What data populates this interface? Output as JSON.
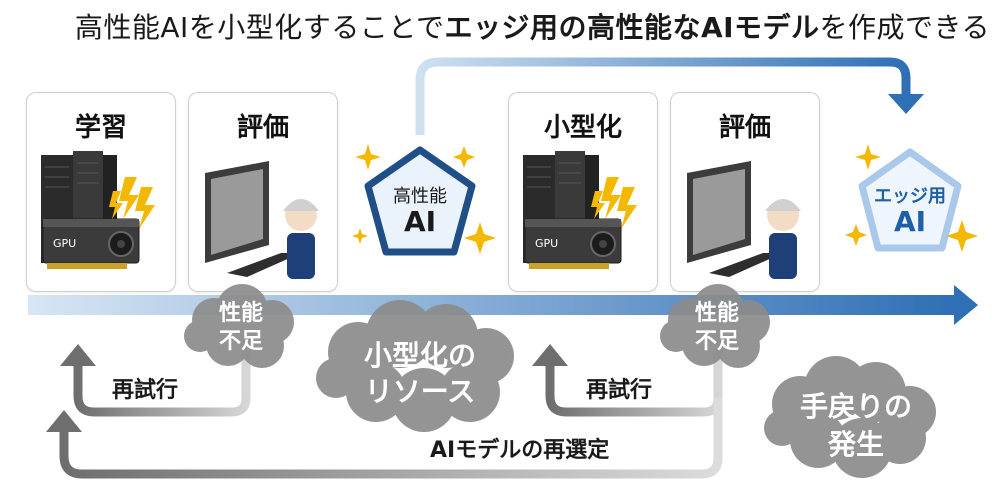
{
  "headline": {
    "part1": "高性能AIを小型化することで",
    "part2": "エッジ用の高性能なAIモデル",
    "part3": "を作成できる"
  },
  "steps": {
    "train": "学習",
    "eval1": "評価",
    "compress": "小型化",
    "eval2": "評価"
  },
  "badges": {
    "high_ai_line1": "高性能",
    "high_ai_line2": "AI",
    "edge_ai_line1": "エッジ用",
    "edge_ai_line2": "AI"
  },
  "gpu_label": "GPU",
  "clouds": {
    "insufficient1_line1": "性能",
    "insufficient1_line2": "不足",
    "resources_line1": "小型化の",
    "resources_line2": "リソース",
    "insufficient2_line1": "性能",
    "insufficient2_line2": "不足",
    "rework_line1": "手戻りの",
    "rework_line2": "発生"
  },
  "loops": {
    "retry1": "再試行",
    "retry2": "再試行",
    "reselect": "AIモデルの再選定"
  },
  "colors": {
    "timeline_start": "#cfe0f1",
    "timeline_end": "#2f6fb5",
    "badge_border": "#1f4f86",
    "edge_badge_border": "#9cc0e6",
    "cloud": "#8c8c8c",
    "sparkle": "#f5b800"
  }
}
